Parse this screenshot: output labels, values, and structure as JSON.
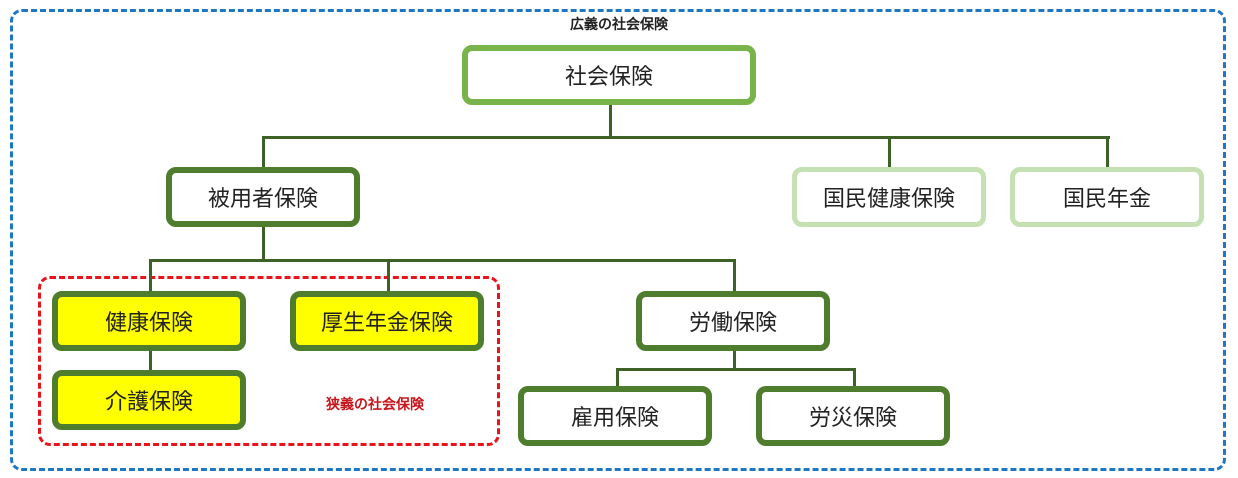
{
  "outer_label": "広義の社会保険",
  "inner_label": "狭義の社会保険",
  "nodes": {
    "social_insurance": "社会保険",
    "employee_insurance": "被用者保険",
    "national_health_insurance": "国民健康保険",
    "national_pension": "国民年金",
    "health_insurance": "健康保険",
    "welfare_pension_insurance": "厚生年金保険",
    "nursing_care_insurance": "介護保険",
    "labor_insurance": "労働保険",
    "employment_insurance": "雇用保険",
    "workers_accident_insurance": "労災保険"
  },
  "colors": {
    "outer_frame": "#1f77c4",
    "inner_frame": "#e8141b",
    "narrow_highlight": "#ffff00",
    "node_border_dark": "#4e7d2e",
    "node_border_top": "#78b449",
    "node_border_light": "#c5e0b2"
  }
}
